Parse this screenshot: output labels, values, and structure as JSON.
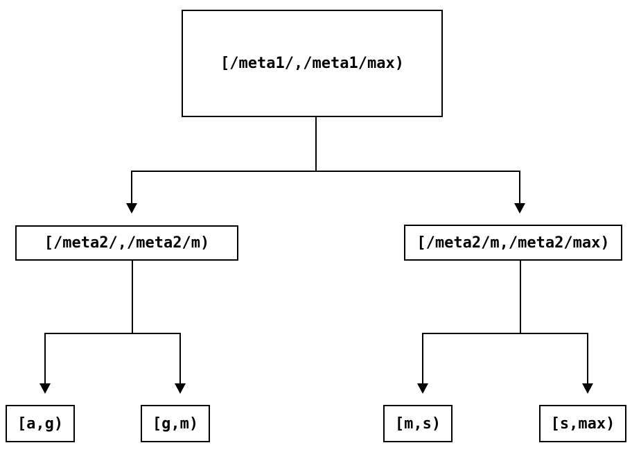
{
  "tree": {
    "root": {
      "label": "[/meta1/,/meta1/max)",
      "children": [
        {
          "label": "[/meta2/,/meta2/m)",
          "children": [
            {
              "label": "[a,g)"
            },
            {
              "label": "[g,m)"
            }
          ]
        },
        {
          "label": "[/meta2/m,/meta2/max)",
          "children": [
            {
              "label": "[m,s)"
            },
            {
              "label": "[s,max)"
            }
          ]
        }
      ]
    }
  },
  "colors": {
    "background": "#ffffff",
    "line": "#000000",
    "text": "#000000"
  }
}
